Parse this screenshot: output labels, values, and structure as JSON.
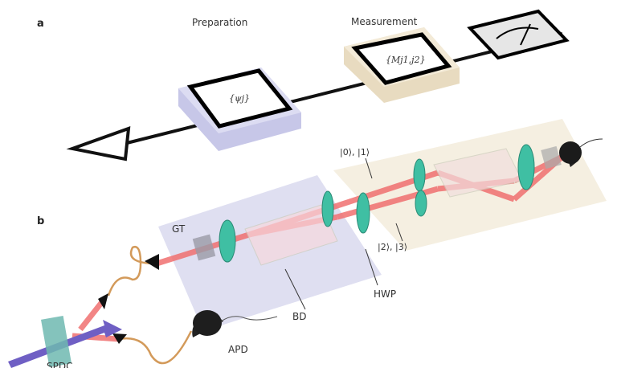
{
  "panel_a": {
    "label": "a",
    "preparation_label": "Preparation",
    "measurement_label": "Measurement",
    "preparation_symbol": "{ψj}",
    "measurement_symbol": "{Mj1,j2}"
  },
  "panel_b": {
    "label": "b",
    "state_label_top": "|0⟩, |1⟩",
    "state_label_bottom": "|2⟩, |3⟩",
    "gt_label": "GT",
    "bd_label": "BD",
    "hwp_label": "HWP",
    "apd_label": "APD",
    "spdc_label": "SPDC"
  },
  "colors": {
    "preparation_box": "#c9c9ea",
    "measurement_box": "#efe3cc",
    "beam": "#f06a6a",
    "pump": "#6f5fc4",
    "optic": "#3fbfa3"
  }
}
